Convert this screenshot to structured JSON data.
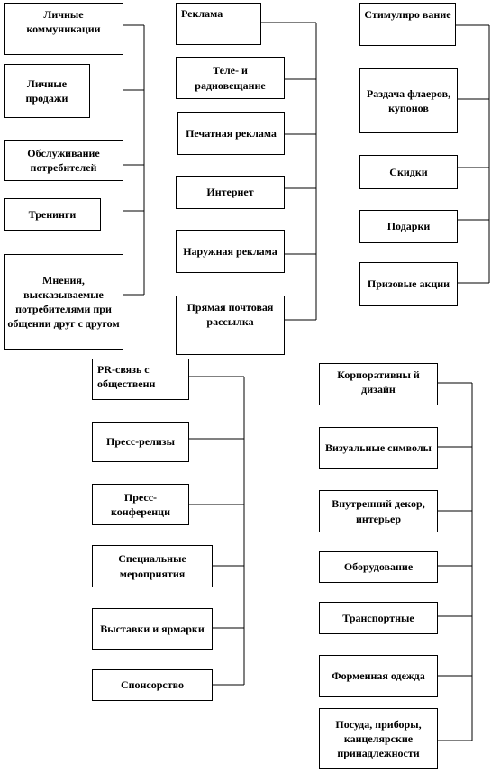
{
  "groups": [
    {
      "title": "Личные коммуникации",
      "items": [
        "Личные продажи",
        "Обслуживание потребителей",
        "Тренинги",
        "Мнения, высказываемые потребителями при общении друг с другом"
      ]
    },
    {
      "title": "Реклама",
      "items": [
        "Теле- и радиовещание",
        "Печатная реклама",
        "Интернет",
        "Наружная реклама",
        "Прямая почтовая рассылка"
      ]
    },
    {
      "title": "Стимулиро вание",
      "items": [
        "Раздача флаеров, купонов",
        "Скидки",
        "Подарки",
        "Призовые акции"
      ]
    },
    {
      "title": "PR-связь с общественн",
      "items": [
        "Пресс-релизы",
        "Пресс-конференци",
        "Специальные мероприятия",
        "Выставки и ярмарки",
        "Спонсорство"
      ]
    },
    {
      "title": "Корпоративны й дизайн",
      "items": [
        "Визуальные символы",
        "Внутренний декор, интерьер",
        "Оборудование",
        "Транспортные",
        "Форменная одежда",
        "Посуда, приборы, канцелярские принадлежности"
      ]
    }
  ]
}
